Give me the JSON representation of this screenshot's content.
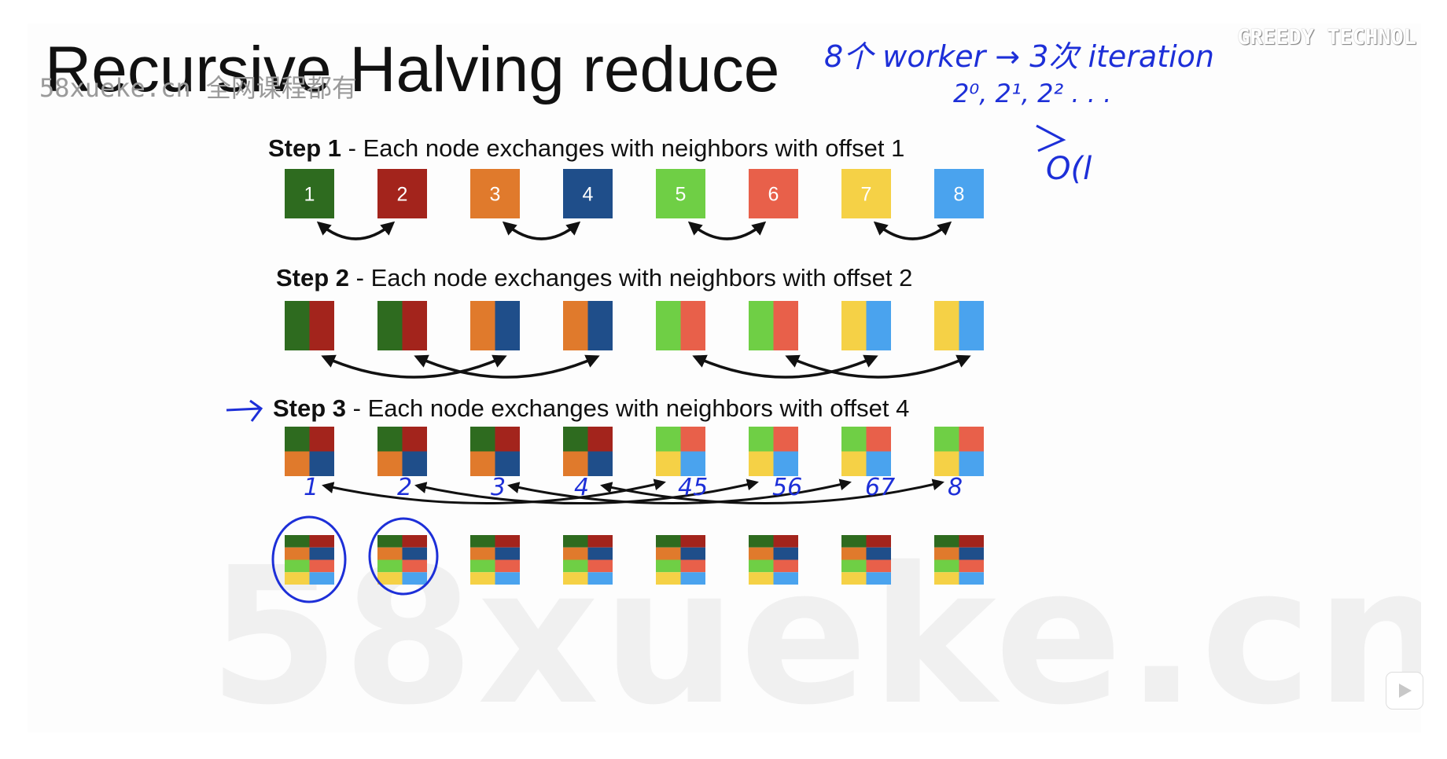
{
  "title": "Recursive Halving reduce",
  "watermark_text": "58xueke.cn 全网课程都有",
  "watermark_big": "58xueke.cn",
  "brand_text": "GREEDY TECHNOL",
  "steps": [
    {
      "label": "Step 1",
      "desc": " - Each node exchanges with neighbors with offset 1"
    },
    {
      "label": "Step 2",
      "desc": " - Each node exchanges with neighbors with offset 2"
    },
    {
      "label": "Step 3",
      "desc": " - Each node exchanges with neighbors with offset 4"
    }
  ],
  "nodes": [
    "1",
    "2",
    "3",
    "4",
    "5",
    "6",
    "7",
    "8"
  ],
  "node_colors": [
    "#2e6b1f",
    "#a3241c",
    "#e07a2c",
    "#1f4e8a",
    "#6fcf45",
    "#e8604a",
    "#f5d146",
    "#4aa3ee"
  ],
  "annotation_color": "#1d2fd8",
  "handwritten": {
    "line1": "8个 worker → 3次 iteration",
    "line2": "2⁰, 2¹, 2² . . .",
    "line3": "O(l",
    "labels": [
      "1",
      "2",
      "3",
      "4",
      "45",
      "56",
      "67",
      "8"
    ]
  }
}
